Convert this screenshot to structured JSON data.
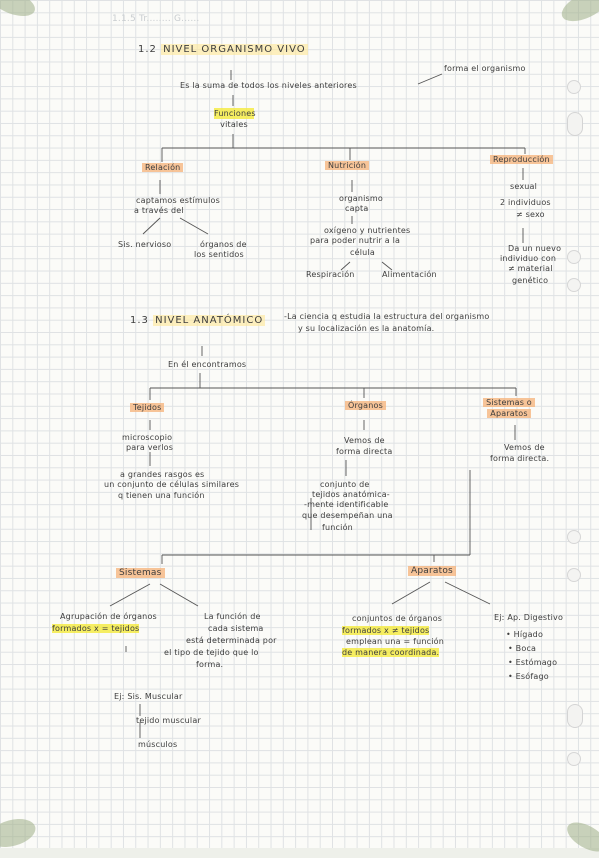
{
  "header_faint": "1.1.5 Tr........ G......",
  "section_12": {
    "number": "1.2",
    "title": "NIVEL ORGANISMO VIVO",
    "description": "Es la suma de todos los niveles anteriores",
    "side_note": "forma el organismo",
    "functions_label": [
      "Funciones",
      "vitales"
    ],
    "branches": [
      {
        "label": "Relación",
        "lines": [
          "captamos estímulos",
          "a través del"
        ],
        "subs": [
          "Sis. nervioso",
          "órganos de",
          "los sentidos"
        ]
      },
      {
        "label": "Nutrición",
        "lines": [
          "organismo",
          "capta",
          "oxígeno y nutrientes",
          "para poder nutrir a la",
          "célula"
        ],
        "subs": [
          "Respiración",
          "Alimentación"
        ]
      },
      {
        "label": "Reproducción",
        "lines": [
          "sexual",
          "2 individuos",
          "≠ sexo",
          "Da un nuevo",
          "individuo con",
          "≠ material",
          "genético"
        ]
      }
    ]
  },
  "section_13": {
    "number": "1.3",
    "title": "NIVEL ANATÓMICO",
    "description": [
      "-La ciencia q estudia la estructura del organismo",
      "y su localización es la anatomía."
    ],
    "found_label": "En él encontramos",
    "branches": [
      {
        "label": "Tejidos",
        "lines": [
          "microscopio",
          "para verlos",
          "a grandes rasgos es",
          "un conjunto de células similares",
          "q tienen una función"
        ]
      },
      {
        "label": "Órganos",
        "lines": [
          "Vemos de",
          "forma directa",
          "conjunto de",
          "tejidos anatómica-",
          "-mente identificable",
          "que desempeñan una",
          "función"
        ]
      },
      {
        "label": "Sistemas o Aparatos",
        "label_lines": [
          "Sistemas o",
          "Aparatos"
        ],
        "lines": [
          "Vemos de",
          "forma directa."
        ]
      }
    ]
  },
  "systems": {
    "label": "Sistemas",
    "left": [
      "Agrupación de órganos",
      "formados x = tejidos."
    ],
    "left_highlight": "formados x = tejidos",
    "right": [
      "La función de",
      "cada sistema",
      "está determinada por",
      "el tipo de tejido que lo",
      "forma."
    ],
    "example": [
      "Ej: Sis. Muscular",
      "tejido muscular",
      "músculos"
    ]
  },
  "apparatus": {
    "label": "Aparatos",
    "lines": [
      "conjuntos de órganos",
      "formados x ≠ tejidos",
      "emplean una = función",
      "de manera coordinada."
    ],
    "example_title": "Ej: Ap. Digestivo",
    "example_items": [
      "• Hígado",
      "• Boca",
      "• Estómago",
      "• Esófago"
    ]
  },
  "colors": {
    "highlight_orange": "#f6b278",
    "highlight_yellow": "#f5eb3c",
    "grid": "#dfe2e4",
    "ink": "#3d3d3d"
  }
}
